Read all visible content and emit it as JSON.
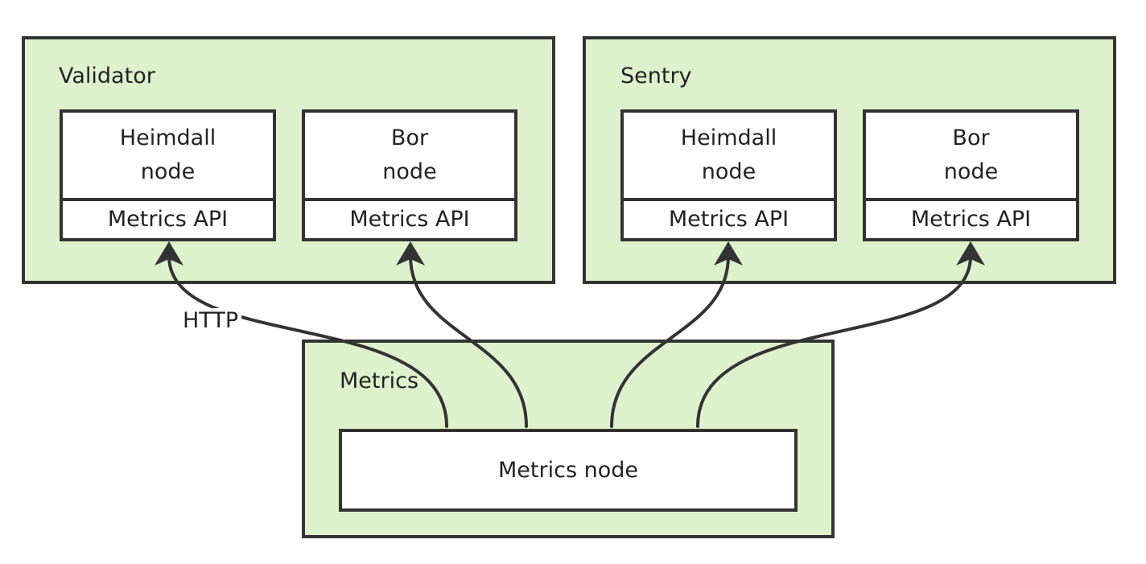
{
  "groups": {
    "validator": {
      "title": "Validator",
      "heimdall": {
        "name_line1": "Heimdall",
        "name_line2": "node",
        "api": "Metrics API"
      },
      "bor": {
        "name_line1": "Bor",
        "name_line2": "node",
        "api": "Metrics API"
      }
    },
    "sentry": {
      "title": "Sentry",
      "heimdall": {
        "name_line1": "Heimdall",
        "name_line2": "node",
        "api": "Metrics API"
      },
      "bor": {
        "name_line1": "Bor",
        "name_line2": "node",
        "api": "Metrics API"
      }
    },
    "metrics": {
      "title": "Metrics",
      "node": "Metrics node"
    }
  },
  "edges": {
    "label": "HTTP"
  },
  "colors": {
    "group_fill": "#ddf2cc",
    "stroke": "#333333",
    "node_fill": "#ffffff"
  }
}
